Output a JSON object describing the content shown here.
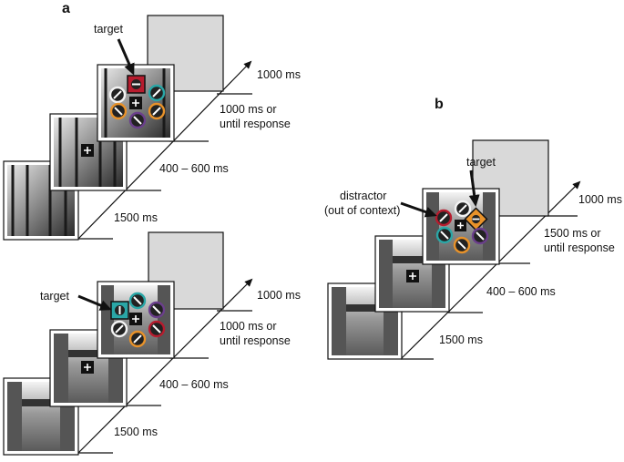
{
  "panels": {
    "a": {
      "letter": "a",
      "forest": {
        "target_label": "target",
        "timings": [
          "1000 ms",
          "1000 ms or",
          "until response",
          "400 – 600 ms",
          "1500 ms"
        ]
      },
      "street": {
        "target_label": "target",
        "timings": [
          "1000 ms",
          "1000 ms or",
          "until response",
          "400 – 600 ms",
          "1500 ms"
        ]
      }
    },
    "b": {
      "letter": "b",
      "target_label": "target",
      "distractor_label": [
        "distractor",
        "(out of context)"
      ],
      "timings": [
        "1000 ms",
        "1500 ms or",
        "until response",
        "400 – 600 ms",
        "1500 ms"
      ]
    }
  },
  "colors": {
    "mask": "#d9d9d9",
    "red": "#b71c2e",
    "teal": "#2aa6a6",
    "orange": "#e8922a",
    "purple": "#6b3f8c",
    "white": "#f2f2f2"
  }
}
